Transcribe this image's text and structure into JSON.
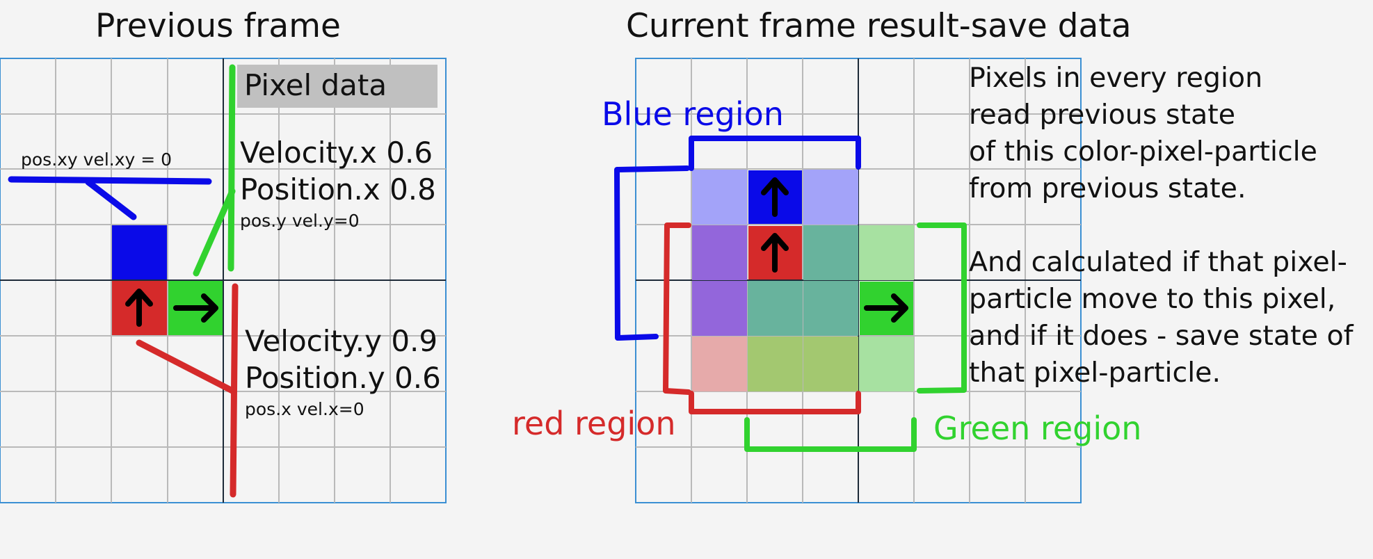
{
  "left_title": "Previous frame",
  "right_title": "Current frame result-save data",
  "pixel_data_label": "Pixel data",
  "blue_pixel_label": "pos.xy vel.xy = 0",
  "green_pixel_labels": {
    "velocity": "Velocity.x 0.6",
    "position": "Position.x 0.8",
    "other": "pos.y vel.y=0"
  },
  "red_pixel_labels": {
    "velocity": "Velocity.y 0.9",
    "position": "Position.y 0.6",
    "other": "pos.x vel.x=0"
  },
  "region_labels": {
    "blue": "Blue region",
    "red": "red region",
    "green": "Green region"
  },
  "explanation_lines": [
    "Pixels in every region",
    "read previous state",
    "of this color-pixel-particle",
    "from previous state.",
    "",
    "And calculated if that pixel-",
    "particle move to this pixel,",
    "and if it does - save state of",
    "that pixel-particle."
  ],
  "colors": {
    "background": "#f4f4f4",
    "grid_line": "#b9b9b9",
    "grid_border": "#3b8fd3",
    "axis_line": "#1d2a38",
    "blue": "#0a0ae8",
    "red": "#d52a2a",
    "green": "#31d22f",
    "pixel_data_box": "#c0c0c0"
  }
}
